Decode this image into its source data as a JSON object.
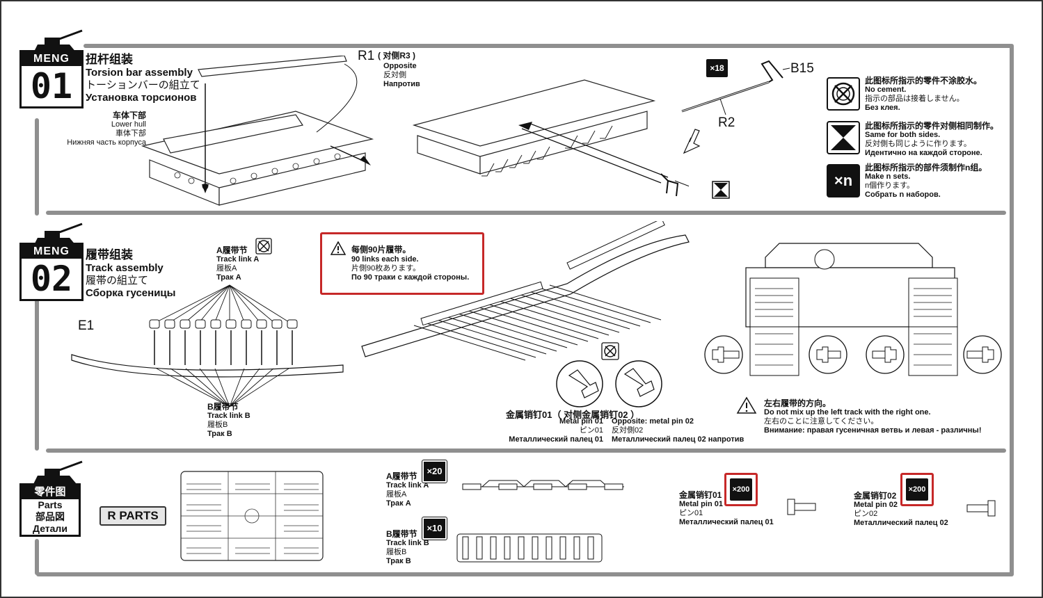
{
  "step1": {
    "badge_brand": "MENG",
    "badge_num": "01",
    "title_cn": "扭杆组装",
    "title_en": "Torsion bar assembly",
    "title_jp": "トーションバーの組立て",
    "title_ru": "Установка торсионов",
    "lower_hull": {
      "cn": "车体下部",
      "en": "Lower hull",
      "jp": "車体下部",
      "ru": "Нижняя часть корпуса"
    },
    "r1": {
      "code": "R1",
      "opposite_code": "( 对侧R3 )",
      "en": "Opposite",
      "jp": "反対側",
      "ru": "Напротив"
    },
    "b15": "B15",
    "r2": "R2",
    "x18": "×18"
  },
  "legend": {
    "no_cement": {
      "cn": "此图标所指示的零件不涂胶水。",
      "en": "No cement.",
      "jp": "指示の部品は接着しません。",
      "ru": "Без клея."
    },
    "same_both": {
      "cn": "此图标所指示的零件对侧相同制作。",
      "en": "Same for both sides.",
      "jp": "反対側も同じように作ります。",
      "ru": "Идентично на каждой стороне."
    },
    "make_n": {
      "icon": "×n",
      "cn": "此图标所指示的部件须制作n组。",
      "en": "Make n sets.",
      "jp": "n個作ります。",
      "ru": "Собрать n наборов."
    }
  },
  "step2": {
    "badge_brand": "MENG",
    "badge_num": "02",
    "title_cn": "履带组装",
    "title_en": "Track assembly",
    "title_jp": "履帯の組立て",
    "title_ru": "Сборка гусеницы",
    "link_a": {
      "cn": "A履带节",
      "en": "Track link A",
      "jp": "履板A",
      "ru": "Трак A"
    },
    "link_b": {
      "cn": "B履带节",
      "en": "Track link B",
      "jp": "履板B",
      "ru": "Трак B"
    },
    "e1": "E1",
    "note": {
      "cn": "每侧90片履带。",
      "en": "90 links each side.",
      "jp": "片側90枚あります。",
      "ru": "По 90 траки с каждой стороны."
    },
    "pin": {
      "cn": "金属销钉01（ 对侧金属销钉02 ）",
      "en": "Metal pin 01",
      "jp": "ピン01",
      "ru": "Металлический палец 01",
      "opp_en": "Opposite: metal pin 02",
      "opp_jp": "反対側02",
      "opp_ru": "Металлический палец 02 напротив"
    },
    "direction": {
      "cn": "左右履带的方向。",
      "en": "Do not mix up the left track with the right one.",
      "jp": "左右のことに注意してください。",
      "ru": "Внимание: правая гусеничная ветвь и левая -  различны!"
    }
  },
  "parts": {
    "badge_cn": "零件图",
    "badge_en": "Parts",
    "badge_jp": "部品図",
    "badge_ru": "Детали",
    "r_parts": "R PARTS",
    "link_a": {
      "cn": "A履带节",
      "en": "Track link A",
      "jp": "履板A",
      "ru": "Трак A",
      "qty": "×20"
    },
    "link_b": {
      "cn": "B履带节",
      "en": "Track link B",
      "jp": "履板B",
      "ru": "Трак B",
      "qty": "×10"
    },
    "pin1": {
      "cn": "金属销钉01",
      "en": "Metal pin 01",
      "jp": "ピン01",
      "ru": "Металлический палец 01",
      "qty": "×200"
    },
    "pin2": {
      "cn": "金属销钉02",
      "en": "Metal pin 02",
      "jp": "ピン02",
      "ru": "Металлический палец 02",
      "qty": "×200"
    }
  },
  "colors": {
    "accent_red": "#c62828",
    "rail_gray": "#8f8f8f",
    "ink": "#111111"
  }
}
